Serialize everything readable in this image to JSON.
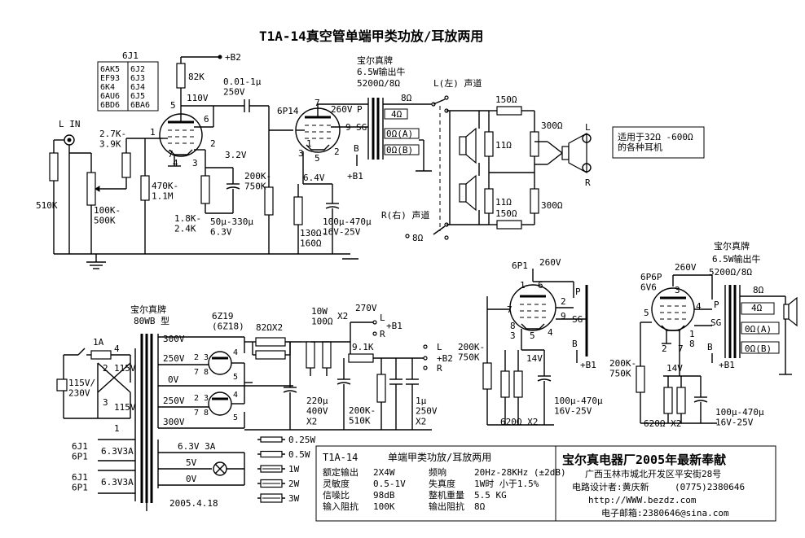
{
  "title": "T1A-14真空管单端甲类功放/耳放两用",
  "tube_box": {
    "label": "6J1",
    "col1": [
      "6AK5",
      "EF93",
      "6K4",
      "6AU6",
      "6BD6"
    ],
    "col2": [
      "6J2",
      "6J3",
      "6J4",
      "6J5",
      "6BA6"
    ]
  },
  "input": {
    "label": "L IN",
    "r_input": "510K",
    "pot": "100K-\n500K",
    "r_series": "2.7K-\n3.9K",
    "r_grid": "470K-\n1.1M"
  },
  "driver": {
    "plate_r": "82K",
    "b2": "+B2",
    "v_plate": "110V",
    "coupling": "0.01-1μ\n250V",
    "v_cathode": "3.2V",
    "r_k": "1.8K-\n2.4K",
    "c_k": "50μ-330μ\n6.3V",
    "r_g2": "200K-\n750K",
    "pins": [
      "5",
      "6",
      "1",
      "2",
      "4",
      "3",
      "7"
    ]
  },
  "output": {
    "tube": "6P14",
    "pins": [
      "7",
      "9",
      "SG",
      "3",
      "5",
      "1",
      "2"
    ],
    "v_plate": "260V",
    "trafo_brand": "宝尔真牌",
    "trafo_spec": "6.5W输出牛",
    "trafo_imp": "5200Ω/8Ω",
    "taps": [
      "P",
      "8Ω",
      "4Ω",
      "0Ω(A)",
      "0Ω(B)"
    ],
    "b": "B",
    "b1": "+B1",
    "v_k": "6.4V",
    "r_k": "130Ω-\n160Ω",
    "c_k": "100μ-470μ\n16V-25V"
  },
  "headphone": {
    "l_channel": "L(左) 声道",
    "r_channel": "R(右) 声道",
    "l8": "8Ω",
    "r8": "8Ω",
    "r150": "150Ω",
    "r11": "11Ω",
    "r300": "300Ω",
    "jack_l": "L",
    "jack_r": "R",
    "note": "适用于32Ω -600Ω\n的各种耳机"
  },
  "psu": {
    "brand": "宝尔真牌",
    "model": "80WB 型",
    "fuse": "1A",
    "mains": "115V/\n230V",
    "pri": [
      "115V",
      "115V"
    ],
    "pri_pins": [
      "4",
      "2",
      "3",
      "1"
    ],
    "sec": [
      "300V",
      "250V",
      "0V",
      "250V",
      "300V"
    ],
    "rect": "6Z19\n(6Z18)",
    "rect_pins": [
      "2 3",
      "7 8",
      "4",
      "5",
      "2 3",
      "7 8",
      "4",
      "5"
    ],
    "choke": "82ΩX2",
    "r_10w": "10W\n100Ω",
    "x2": "X2",
    "v270": "270V",
    "b1_labels": [
      "L",
      "+B1",
      "R"
    ],
    "r91": "9.1K",
    "b2_labels": [
      "L",
      "+B2",
      "R"
    ],
    "c220": "220μ\n400V\nX2",
    "r_bleed": "200K-\n510K",
    "c1": "1μ\n250V\nX2",
    "heater_labels": [
      "6J1\n6P1",
      "6J1\n6P1"
    ],
    "heater_v": [
      "6.3V3A",
      "6.3V3A"
    ],
    "heater3": "6.3V 3A",
    "v5": "5V",
    "v0": "0V",
    "date": "2005.4.18"
  },
  "legend": [
    "0.25W",
    "0.5W",
    "1W",
    "2W",
    "3W"
  ],
  "spec": {
    "model": "T1A-14",
    "name": "单端甲类功放/耳放两用",
    "rows": [
      [
        "额定输出",
        "2X4W",
        "频响",
        "20Hz-28KHz (±2dB)"
      ],
      [
        "灵敏度",
        "0.5-1V",
        "失真度",
        "1W时 小于1.5%"
      ],
      [
        "信噪比",
        "98dB",
        "整机重量",
        "5.5 KG"
      ],
      [
        "输入阻抗",
        "100K",
        "输出阻抗",
        "8Ω"
      ]
    ]
  },
  "maker": {
    "name": "宝尔真电器厂2005年最新奉献",
    "addr": "广西玉林市城北开发区平安街28号",
    "designer": "电路设计者:黄庆新",
    "phone": "(0775)2380646",
    "web": "http://WWW.bezdz.com",
    "email": "电子邮箱:2380646@sina.com"
  },
  "alt_6p1": {
    "tube": "6P1",
    "v": "260V",
    "pins": [
      "1",
      "6",
      "7",
      "2",
      "9",
      "8",
      "3",
      "5",
      "4"
    ],
    "p": "P",
    "sg": "SG",
    "b": "B",
    "b1": "+B1",
    "r_g": "200K-\n750K",
    "v14": "14V",
    "r620": "620Ω X2",
    "c": "100μ-470μ\n16V-25V"
  },
  "alt_6p6p": {
    "tube": "6P6P\n6V6",
    "v": "260V",
    "pins": [
      "3",
      "5",
      "4",
      "2",
      "7",
      "1",
      "8"
    ],
    "brand": "宝尔真牌",
    "spec": "6.5W输出牛",
    "imp": "5200Ω/8Ω",
    "taps": [
      "P",
      "8Ω",
      "4Ω",
      "0Ω(A)",
      "0Ω(B)"
    ],
    "sg": "SG",
    "b": "B",
    "b1": "+B1",
    "r_g": "200K-\n750K",
    "v14": "14V",
    "r620": "620Ω X2",
    "c": "100μ-470μ\n16V-25V"
  }
}
